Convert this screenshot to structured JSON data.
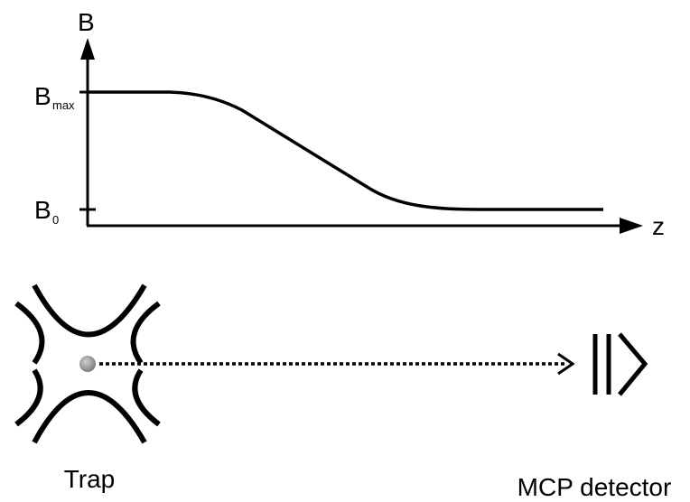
{
  "plot": {
    "y_axis_label": "B",
    "x_axis_label": "z",
    "b_max_main": "B",
    "b_max_sub": "max",
    "b_0_main": "B",
    "b_0_sub": "0"
  },
  "labels": {
    "trap": "Trap",
    "detector": "MCP detector"
  },
  "colors": {
    "line": "#000000",
    "ion": "#999999",
    "background": "#ffffff"
  }
}
